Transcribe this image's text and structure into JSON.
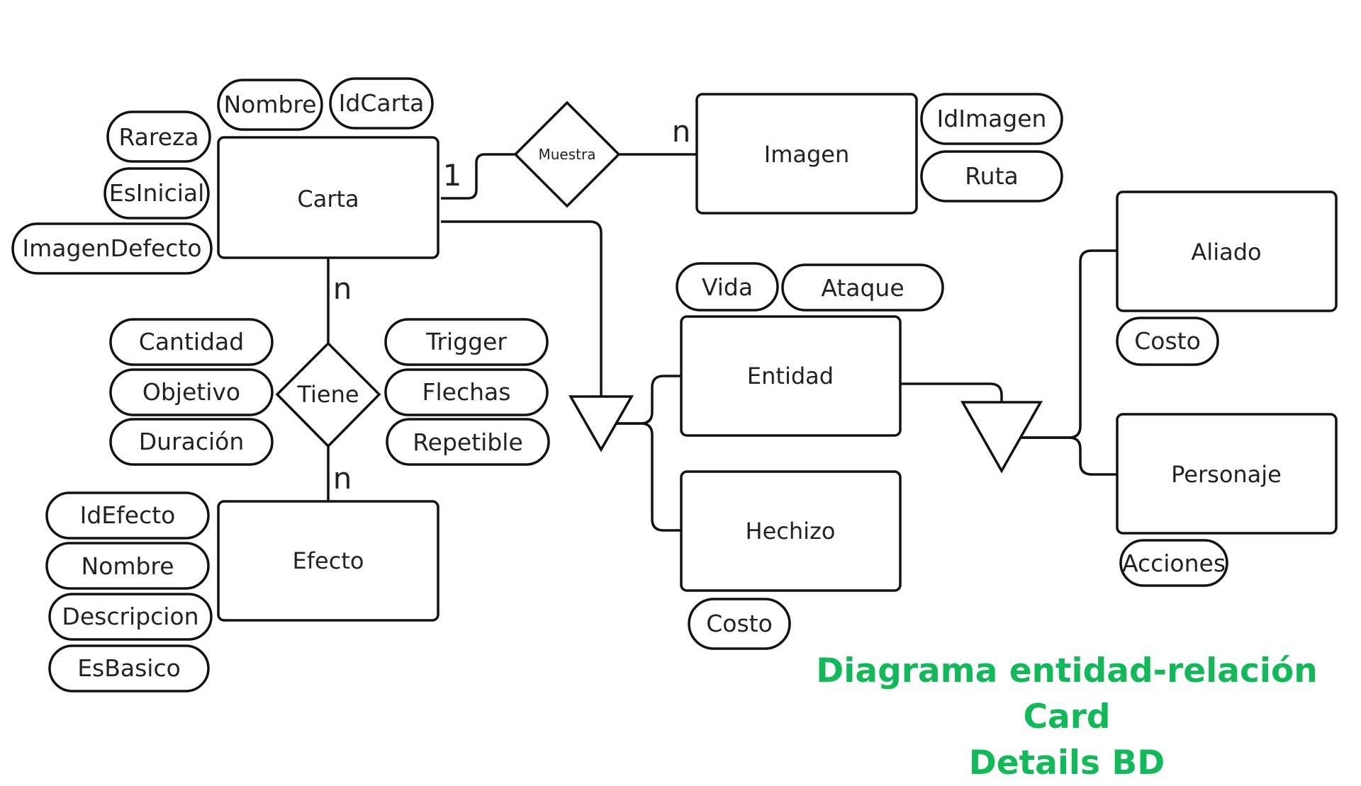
{
  "title": {
    "line1": "Diagrama entidad-relación Card",
    "line2": "Details BD"
  },
  "colors": {
    "title": "#13b85a",
    "stroke": "#111111",
    "text": "#222222"
  },
  "entities": {
    "carta": "Carta",
    "imagen": "Imagen",
    "efecto": "Efecto",
    "entidad": "Entidad",
    "hechizo": "Hechizo",
    "aliado": "Aliado",
    "personaje": "Personaje"
  },
  "relationships": {
    "muestra": "Muestra",
    "tiene": "Tiene"
  },
  "cardinalities": {
    "carta_muestra": "1",
    "muestra_imagen": "n",
    "carta_tiene": "n",
    "tiene_efecto": "n"
  },
  "attributes": {
    "carta": [
      "Nombre",
      "IdCarta",
      "Rareza",
      "EsInicial",
      "ImagenDefecto"
    ],
    "imagen": [
      "IdImagen",
      "Ruta"
    ],
    "tiene": [
      "Cantidad",
      "Objetivo",
      "Duración",
      "Trigger",
      "Flechas",
      "Repetible"
    ],
    "efecto": [
      "IdEfecto",
      "Nombre",
      "Descripcion",
      "EsBasico"
    ],
    "entidad": [
      "Vida",
      "Ataque"
    ],
    "hechizo": [
      "Costo"
    ],
    "aliado": [
      "Costo"
    ],
    "personaje": [
      "Acciones"
    ]
  }
}
